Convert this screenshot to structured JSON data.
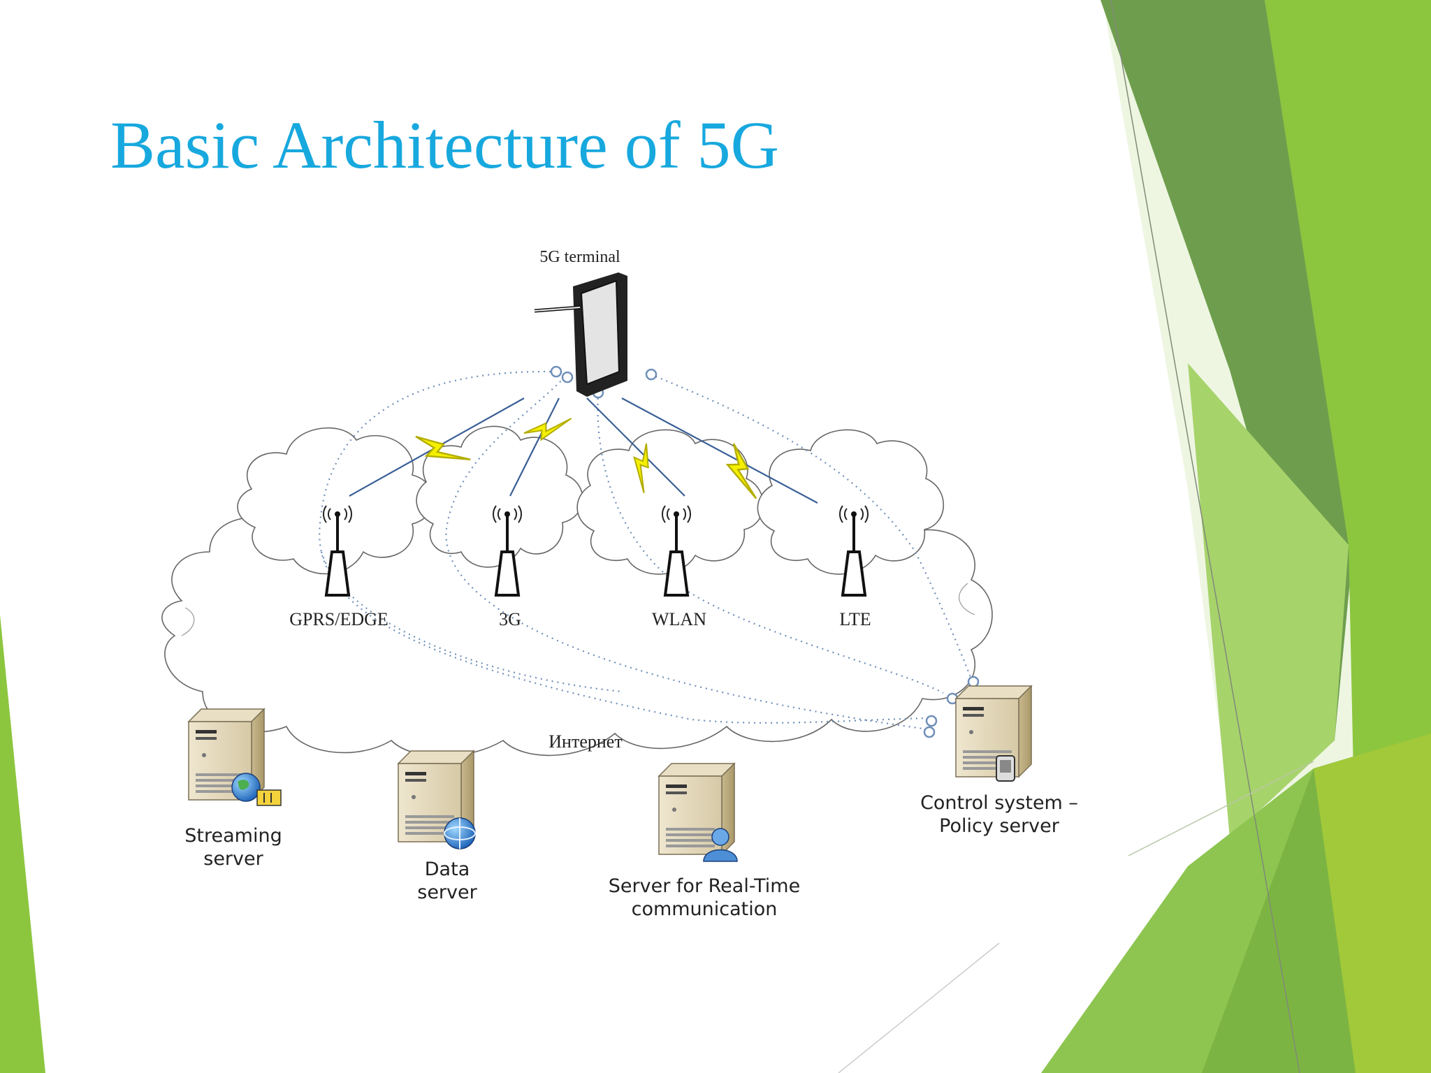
{
  "slide": {
    "title": "Basic Architecture of 5G",
    "colors": {
      "title": "#17a8de",
      "accent_green_dark": "#5f9a3e",
      "accent_green": "#8cc63f",
      "accent_green_light": "#b6d97a"
    }
  },
  "diagram": {
    "terminal_label": "5G terminal",
    "access_networks": [
      {
        "label": "GPRS/EDGE"
      },
      {
        "label": "3G"
      },
      {
        "label": "WLAN"
      },
      {
        "label": "LTE"
      }
    ],
    "internet_label": "Интернет",
    "servers": {
      "streaming": [
        "Streaming",
        "server"
      ],
      "data": [
        "Data",
        "server"
      ],
      "realtime": [
        "Server for Real-Time",
        "communication"
      ],
      "policy": [
        "Control system –",
        "Policy server"
      ]
    }
  }
}
